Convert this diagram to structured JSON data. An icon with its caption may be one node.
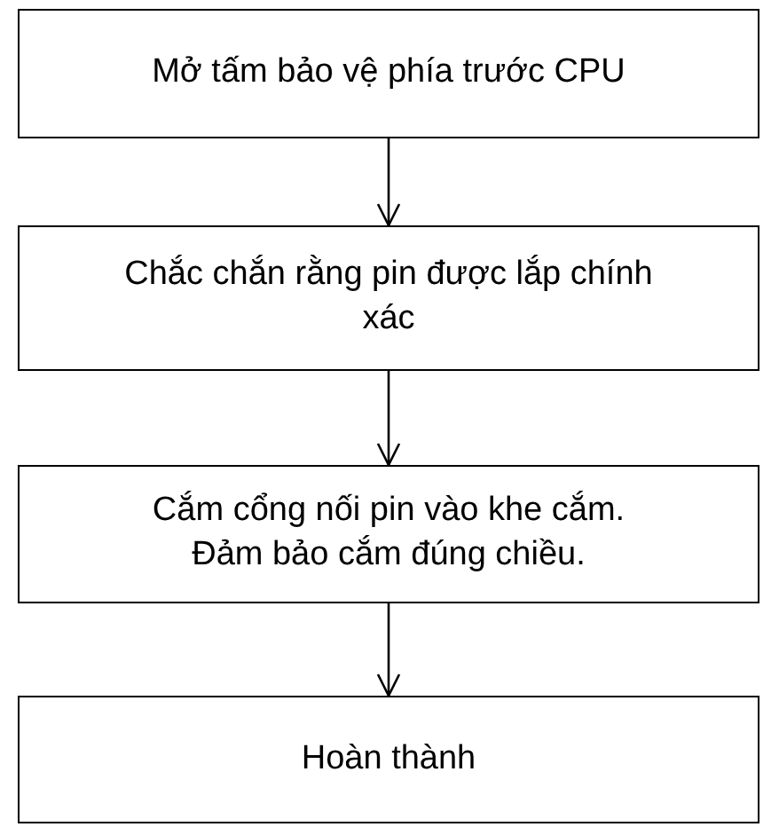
{
  "diagram": {
    "nodes": [
      {
        "text": [
          "Mở tấm bảo vệ phía trước CPU"
        ]
      },
      {
        "text": [
          "Chắc chắn rằng pin được lắp chính xác"
        ]
      },
      {
        "text": [
          "Cắm cổng nối pin vào khe cắm. Đảm bảo cắm đúng chiều."
        ]
      },
      {
        "text": [
          "Hoàn thành"
        ]
      }
    ],
    "edges": [
      {
        "from": 0,
        "to": 1,
        "arrow": "to"
      },
      {
        "from": 1,
        "to": 2,
        "arrow": "to"
      },
      {
        "from": 2,
        "to": 3,
        "arrow": "to"
      }
    ]
  }
}
